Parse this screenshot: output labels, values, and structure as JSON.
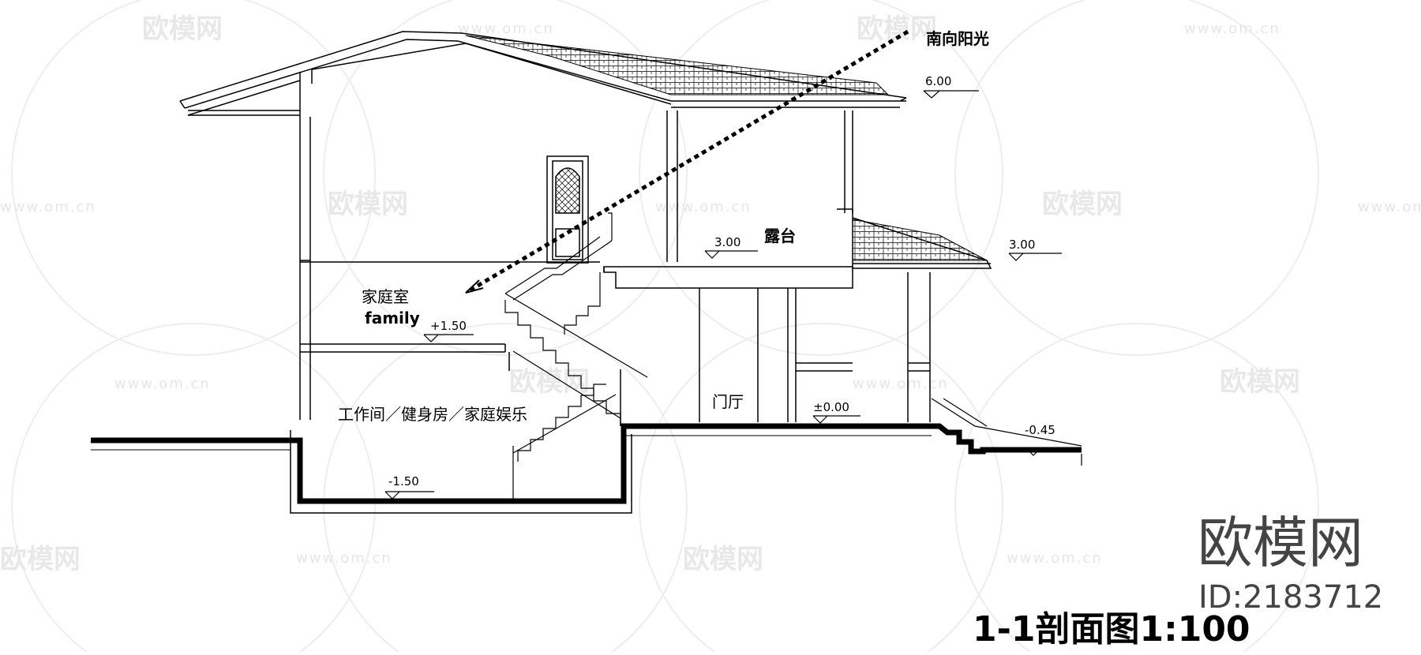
{
  "watermark": {
    "logo_text": "欧模网",
    "url_text": "www.om.cn"
  },
  "labels": {
    "sunlight": "南向阳光",
    "terrace": "露台",
    "family_room_cn": "家庭室",
    "family_room_en": "family",
    "basement_room": "工作间／健身房／家庭娱乐",
    "foyer": "门厅"
  },
  "elevations": {
    "roof": "6.00",
    "terrace": "3.00",
    "right_roof": "3.00",
    "family": "+1.50",
    "ground": "±0.00",
    "basement": "-1.50",
    "outside": "-0.45"
  },
  "brand": {
    "logo": "欧模网",
    "id": "ID:2183712"
  },
  "caption": "1-1剖面图1:100"
}
